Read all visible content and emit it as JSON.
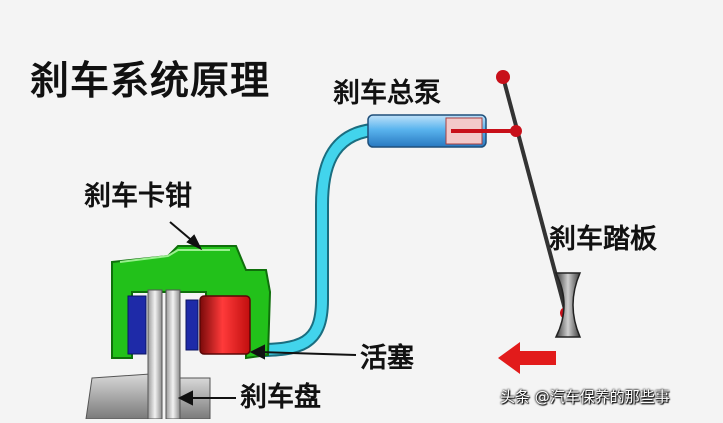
{
  "diagram": {
    "title": "刹车系统原理",
    "labels": {
      "master_cylinder": "刹车总泵",
      "caliper": "刹车卡钳",
      "pedal": "刹车踏板",
      "piston": "活塞",
      "disc": "刹车盘"
    },
    "watermark": "头条 @汽车保养的那些事"
  },
  "colors": {
    "background": "#f4f4f4",
    "hose": "#42d4ec",
    "caliper": "#22c11a",
    "piston": "#e21b1b",
    "cylinder": "#5ab4ee",
    "pedal_joint": "#c8101a",
    "arrow": "#e21b1b",
    "pad": "#1e2aa8"
  }
}
